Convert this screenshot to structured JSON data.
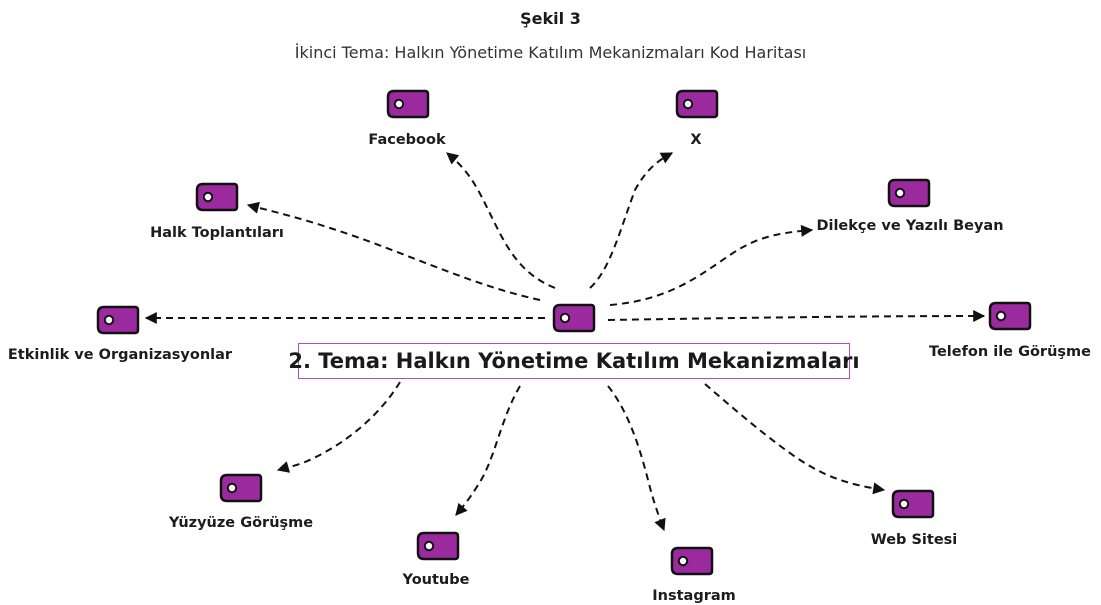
{
  "figure": {
    "title": "Şekil 3",
    "subtitle": "İkinci Tema: Halkın Yönetime Katılım Mekanizmaları Kod Haritası"
  },
  "theme": {
    "label": "2. Tema: Halkın Yönetime Katılım Mekanizmaları"
  },
  "colors": {
    "tag_fill": "#9b2a9f",
    "tag_stroke": "#111111",
    "frame": "#b14db8",
    "arrow": "#111111"
  },
  "codes": [
    {
      "id": "facebook",
      "label": "Facebook",
      "icon": "code-tag-icon"
    },
    {
      "id": "x",
      "label": "X",
      "icon": "code-tag-icon"
    },
    {
      "id": "halk-toplantilari",
      "label": "Halk Toplantıları",
      "icon": "code-tag-icon"
    },
    {
      "id": "dilekce",
      "label": "Dilekçe ve Yazılı Beyan",
      "icon": "code-tag-icon"
    },
    {
      "id": "etkinlik",
      "label": "Etkinlik ve Organizasyonlar",
      "icon": "code-tag-icon"
    },
    {
      "id": "telefon",
      "label": "Telefon ile Görüşme",
      "icon": "code-tag-icon"
    },
    {
      "id": "yuzyuze",
      "label": "Yüzyüze Görüşme",
      "icon": "code-tag-icon"
    },
    {
      "id": "youtube",
      "label": "Youtube",
      "icon": "code-tag-icon"
    },
    {
      "id": "instagram",
      "label": "Instagram",
      "icon": "code-tag-icon"
    },
    {
      "id": "web",
      "label": "Web Sitesi",
      "icon": "code-tag-icon"
    }
  ]
}
